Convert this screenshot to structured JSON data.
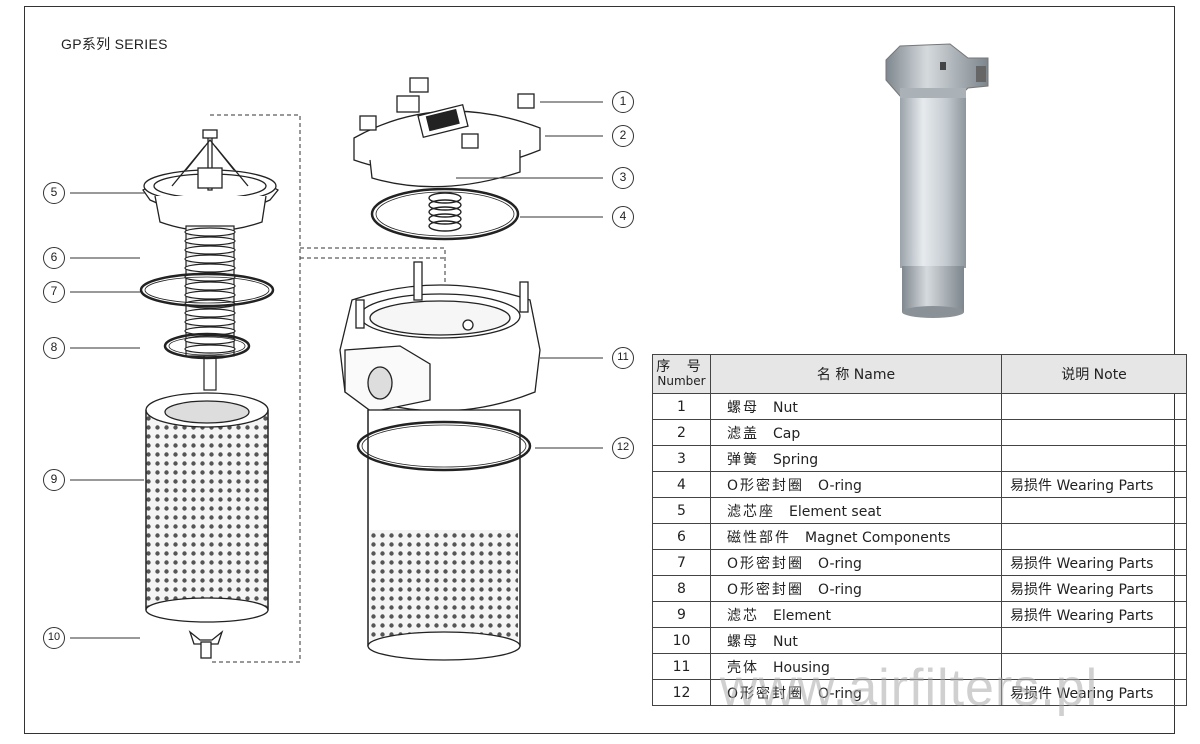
{
  "series_title": "GP系列  SERIES",
  "watermark": "www.airfilters.pl",
  "callouts": [
    "1",
    "2",
    "3",
    "4",
    "5",
    "6",
    "7",
    "8",
    "9",
    "10",
    "11",
    "12"
  ],
  "table": {
    "header_no_zh": "序 号",
    "header_no_en": "Number",
    "header_name": "名  称 Name",
    "header_note": "说明 Note",
    "rows": [
      {
        "no": "1",
        "zh": "螺母",
        "en": "Nut",
        "note": ""
      },
      {
        "no": "2",
        "zh": "滤盖",
        "en": "Cap",
        "note": ""
      },
      {
        "no": "3",
        "zh": "弹簧",
        "en": "Spring",
        "note": ""
      },
      {
        "no": "4",
        "zh": "O形密封圈",
        "en": "O-ring",
        "note": "易损件 Wearing Parts"
      },
      {
        "no": "5",
        "zh": "滤芯座",
        "en": "Element seat",
        "note": ""
      },
      {
        "no": "6",
        "zh": "磁性部件",
        "en": "Magnet Components",
        "note": ""
      },
      {
        "no": "7",
        "zh": "O形密封圈",
        "en": "O-ring",
        "note": "易损件 Wearing Parts"
      },
      {
        "no": "8",
        "zh": "O形密封圈",
        "en": "O-ring",
        "note": "易损件 Wearing Parts"
      },
      {
        "no": "9",
        "zh": "滤芯",
        "en": "Element",
        "note": "易损件 Wearing Parts"
      },
      {
        "no": "10",
        "zh": "螺母",
        "en": "Nut",
        "note": ""
      },
      {
        "no": "11",
        "zh": "壳体",
        "en": "Housing",
        "note": ""
      },
      {
        "no": "12",
        "zh": "O形密封圈",
        "en": "O-ring",
        "note": "易损件 Wearing Parts"
      }
    ]
  }
}
